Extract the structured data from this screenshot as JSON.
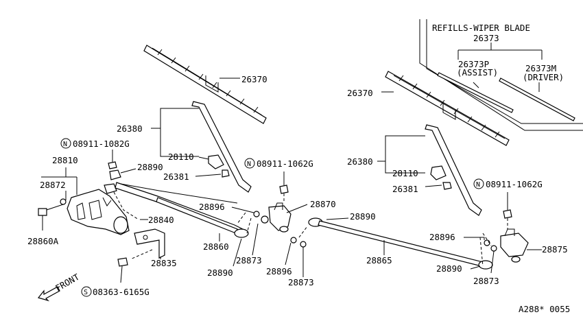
{
  "refills": {
    "title": "REFILLS-WIPER BLADE",
    "code": "26373",
    "assist_code": "26373P",
    "assist_label": "(ASSIST)",
    "driver_code": "26373M",
    "driver_label": "(DRIVER)"
  },
  "left": {
    "blade": "26370",
    "arm": "26380",
    "cap": "28110",
    "nut_cap": "26381",
    "nut": "08911-1082G",
    "nut_prefix": "N",
    "motor_asm": "28810",
    "motor_part": "28872",
    "bolt": "28860A",
    "bracket_bolt": "28890",
    "link": "28840",
    "bracket": "28835",
    "screw": "08363-6165G",
    "screw_prefix": "S",
    "link_rod": "28860",
    "washer_a": "28896",
    "bush_bottom": "28890",
    "bush_a": "28873",
    "pivot_nut": "08911-1062G",
    "pivot_nut_prefix": "N",
    "pivot": "28870",
    "washer_b": "28896",
    "bush_b": "28873"
  },
  "right": {
    "blade": "26370",
    "arm": "26380",
    "cap": "28110",
    "nut_cap": "26381",
    "pivot_nut": "08911-1062G",
    "pivot_nut_prefix": "N",
    "bush_top": "28890",
    "washer": "28896",
    "pivot": "28875",
    "link_rod": "28865",
    "bush_bottom": "28890",
    "bush": "28873"
  },
  "front_label": "FRONT",
  "diagram_code": "A288* 0055"
}
